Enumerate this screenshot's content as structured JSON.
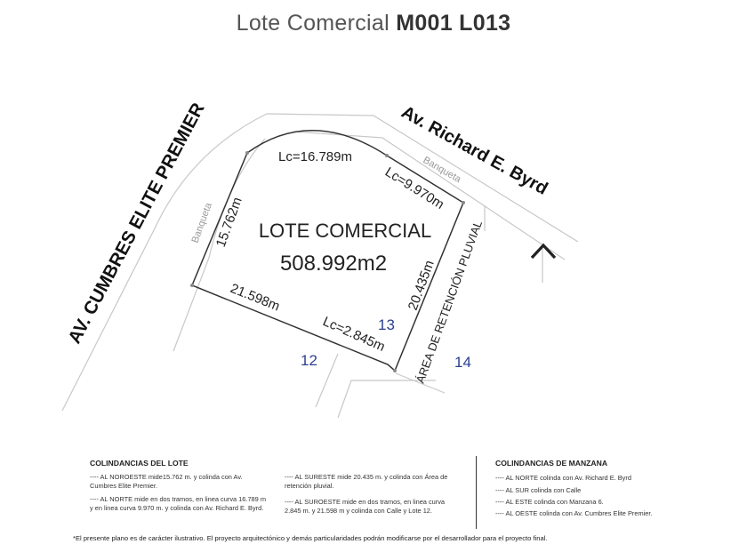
{
  "title": {
    "prefix": "Lote Comercial",
    "code": "M001 L013"
  },
  "streets": {
    "west": "AV. CUMBRES ELITE PREMIER",
    "north": "Av. Richard E. Byrd",
    "sidewalk_west": "Banqueta",
    "sidewalk_north": "Banqueta",
    "retention": "ÁREA DE RETENCIÓN PLUVIAL"
  },
  "lot": {
    "label": "LOTE COMERCIAL",
    "area": "508.992m2"
  },
  "dimensions": {
    "arc_north": "Lc=16.789m",
    "arc_northeast": "Lc=9.970m",
    "west_side": "15.762m",
    "east_side": "20.435m",
    "south_side": "21.598m",
    "south_arc": "Lc=2.845m"
  },
  "neighbors": {
    "n12": "12",
    "n13": "13",
    "n14": "14"
  },
  "legend": {
    "lote_heading": "COLINDANCIAS DEL LOTE",
    "noroeste": "---- AL NOROESTE mide15.762 m. y colinda con Av. Cumbres Elite Premier.",
    "norte": "---- AL NORTE mide en dos tramos, en linea curva 16.789 m y en linea curva 9.970 m. y colinda con Av. Richard E. Byrd.",
    "sureste": "---- AL SURESTE mide 20.435 m. y colinda con Área de retención pluvial.",
    "suroeste": "---- AL SUROESTE mide en dos tramos, en linea curva 2.845 m. y 21.598 m y colinda con Calle y Lote 12.",
    "manzana_heading": "COLINDANCIAS DE MANZANA",
    "m_norte": "---- AL NORTE colinda con Av. Richard E. Byrd",
    "m_sur": "---- AL SUR colinda con Calle",
    "m_este": "---- AL ESTE colinda con Manzana 6.",
    "m_oeste": "---- AL OESTE colinda con Av. Cumbres Elite Premier.",
    "footnote": "*El presente plano es de carácter ilustrativo. El proyecto arquitectónico y demás particularidades podrán modificarse por el desarrollador para el proyecto final."
  },
  "colors": {
    "lot_line": "#333333",
    "context_line": "#c8c8c8",
    "neighbor_number": "#2b3f8f",
    "street_text": "#111111"
  },
  "icons": {
    "north_arrow": "north-arrow-icon"
  }
}
